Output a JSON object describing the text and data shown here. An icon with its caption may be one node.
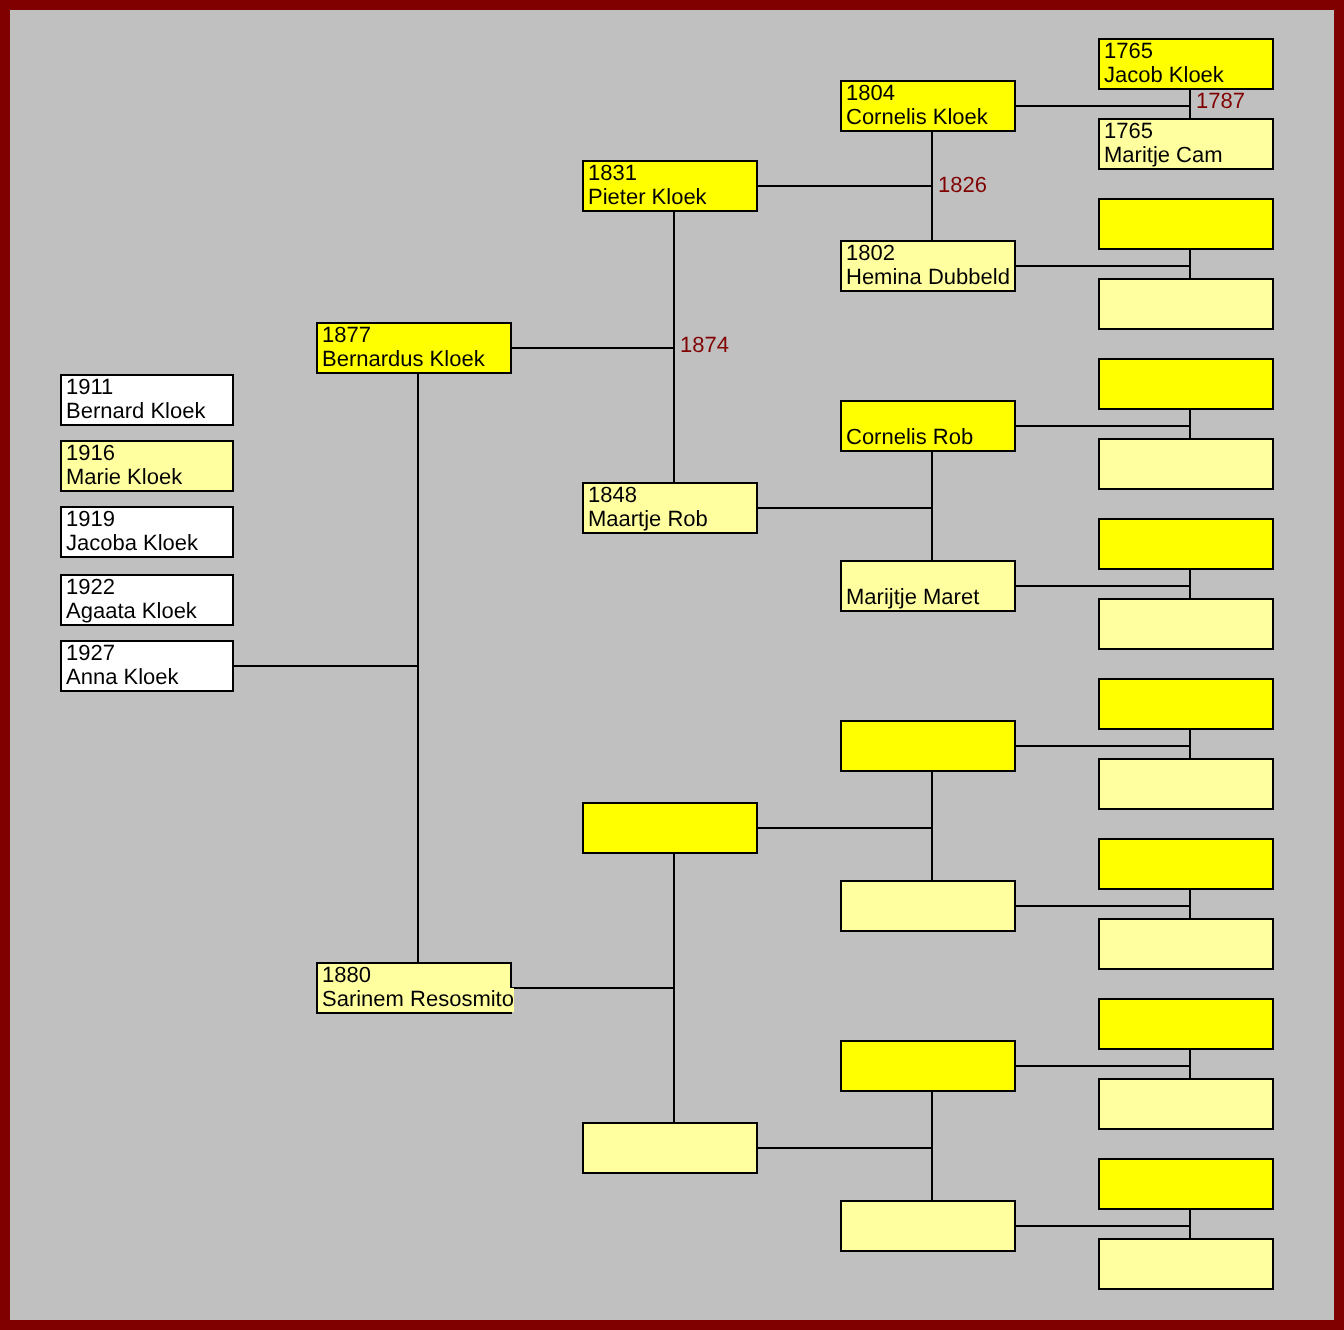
{
  "diagram": {
    "nodes": [
      {
        "text": [
          "1911",
          "Bernard Kloek"
        ]
      },
      {
        "text": [
          "1916",
          "Marie Kloek"
        ]
      },
      {
        "text": [
          "1919",
          "Jacoba Kloek"
        ]
      },
      {
        "text": [
          "1922",
          "Agaata Kloek"
        ]
      },
      {
        "text": [
          "1927",
          "Anna Kloek"
        ]
      },
      {
        "text": [
          "1877",
          "Bernardus Kloek"
        ]
      },
      {
        "text": [
          "1880",
          "Sarinem Resosmito"
        ]
      },
      {
        "text": [
          "1831",
          "Pieter Kloek"
        ]
      },
      {
        "text": [
          "1848",
          "Maartje Rob"
        ]
      },
      {
        "text": [],
        "shape": "box"
      },
      {
        "text": [],
        "shape": "box"
      },
      {
        "text": [
          "1804",
          "Cornelis Kloek"
        ]
      },
      {
        "text": [
          "1802",
          "Hemina Dubbeld"
        ]
      },
      {
        "text": [
          "Cornelis Rob"
        ]
      },
      {
        "text": [
          "Marijtje Maret"
        ]
      },
      {
        "text": [],
        "shape": "box"
      },
      {
        "text": [],
        "shape": "box"
      },
      {
        "text": [],
        "shape": "box"
      },
      {
        "text": [],
        "shape": "box"
      },
      {
        "text": [
          "1765",
          "Jacob Kloek"
        ]
      },
      {
        "text": [
          "1765",
          "Maritje Cam"
        ]
      },
      {
        "text": [],
        "shape": "box"
      },
      {
        "text": [],
        "shape": "box"
      },
      {
        "text": [],
        "shape": "box"
      },
      {
        "text": [],
        "shape": "box"
      },
      {
        "text": [],
        "shape": "box"
      },
      {
        "text": [],
        "shape": "box"
      },
      {
        "text": [],
        "shape": "box"
      },
      {
        "text": [],
        "shape": "box"
      },
      {
        "text": [],
        "shape": "box"
      },
      {
        "text": [],
        "shape": "box"
      },
      {
        "text": [],
        "shape": "box"
      },
      {
        "text": [],
        "shape": "box"
      },
      {
        "text": [],
        "shape": "box"
      },
      {
        "text": [],
        "shape": "box"
      }
    ],
    "edges": [
      {
        "from": 5,
        "to": 4,
        "arrow": "none"
      },
      {
        "from": 6,
        "to": 4,
        "arrow": "none"
      },
      {
        "from": 7,
        "to": 5,
        "arrow": "none"
      },
      {
        "from": 8,
        "to": 5,
        "arrow": "none"
      },
      {
        "from": 9,
        "to": 6,
        "arrow": "none"
      },
      {
        "from": 10,
        "to": 6,
        "arrow": "none"
      },
      {
        "from": 11,
        "to": 7,
        "arrow": "none"
      },
      {
        "from": 12,
        "to": 7,
        "arrow": "none"
      },
      {
        "from": 13,
        "to": 8,
        "arrow": "none"
      },
      {
        "from": 14,
        "to": 8,
        "arrow": "none"
      },
      {
        "from": 15,
        "to": 9,
        "arrow": "none"
      },
      {
        "from": 16,
        "to": 9,
        "arrow": "none"
      },
      {
        "from": 17,
        "to": 10,
        "arrow": "none"
      },
      {
        "from": 18,
        "to": 10,
        "arrow": "none"
      },
      {
        "from": 19,
        "to": 11,
        "arrow": "none"
      },
      {
        "from": 20,
        "to": 11,
        "arrow": "none"
      },
      {
        "from": 21,
        "to": 12,
        "arrow": "none"
      },
      {
        "from": 22,
        "to": 12,
        "arrow": "none"
      },
      {
        "from": 23,
        "to": 13,
        "arrow": "none"
      },
      {
        "from": 24,
        "to": 13,
        "arrow": "none"
      },
      {
        "from": 25,
        "to": 14,
        "arrow": "none"
      },
      {
        "from": 26,
        "to": 14,
        "arrow": "none"
      },
      {
        "from": 27,
        "to": 15,
        "arrow": "none"
      },
      {
        "from": 28,
        "to": 15,
        "arrow": "none"
      },
      {
        "from": 29,
        "to": 16,
        "arrow": "none"
      },
      {
        "from": 30,
        "to": 16,
        "arrow": "none"
      },
      {
        "from": 31,
        "to": 17,
        "arrow": "none"
      },
      {
        "from": 32,
        "to": 17,
        "arrow": "none"
      },
      {
        "from": 33,
        "to": 18,
        "arrow": "none"
      },
      {
        "from": 34,
        "to": 18,
        "arrow": "none"
      }
    ],
    "labels": [
      "1787",
      "1826",
      "1874"
    ]
  }
}
